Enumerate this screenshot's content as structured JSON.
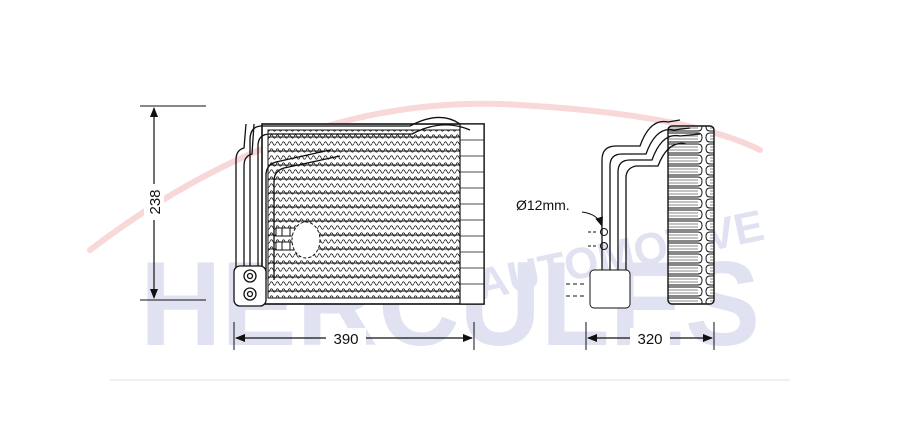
{
  "dimensions": {
    "height_label": "238",
    "width_front_label": "390",
    "width_side_label": "320",
    "pipe_diameter_label": "Ø12mm."
  },
  "watermark": {
    "brand": "HERCULES",
    "sub": "AUTOMOTIVE",
    "color": "#c9cbe6",
    "swoosh_color": "#f2b8b8"
  },
  "colors": {
    "line": "#111111"
  }
}
